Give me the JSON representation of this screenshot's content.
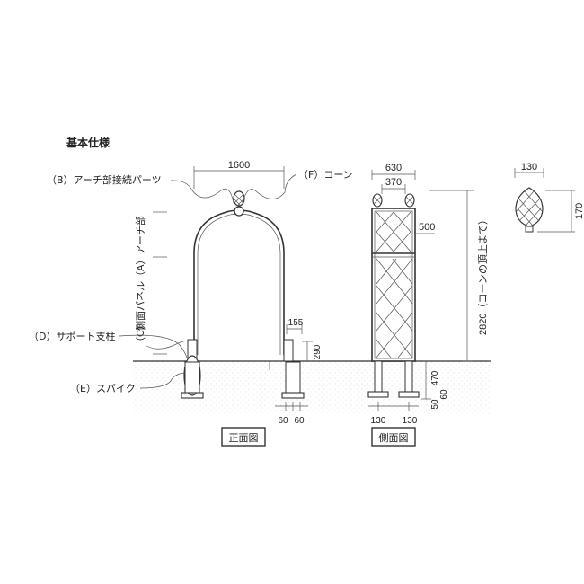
{
  "title": "基本仕様",
  "parts": {
    "b": "（B）アーチ部接続パーツ",
    "f": "（F）コーン",
    "a": "側面パネル（A）アーチ部",
    "c": "（C）",
    "d": "（D）サポート支柱",
    "e": "（E）スパイク"
  },
  "views": {
    "front": "正面図",
    "side": "側面図"
  },
  "dimensions": {
    "front_width": "1600",
    "post_width": "155",
    "post_above_ground": "290",
    "spike_left": "60",
    "spike_right": "60",
    "side_total_width": "630",
    "side_inner_width": "370",
    "panel_top_section": "500",
    "total_height": "2820（コーンの頂上まで）",
    "underground_depth": "470",
    "base_height_a": "60",
    "base_height_b": "50",
    "side_leg_left": "130",
    "side_leg_right": "130",
    "cone_width": "130",
    "cone_height": "170"
  }
}
